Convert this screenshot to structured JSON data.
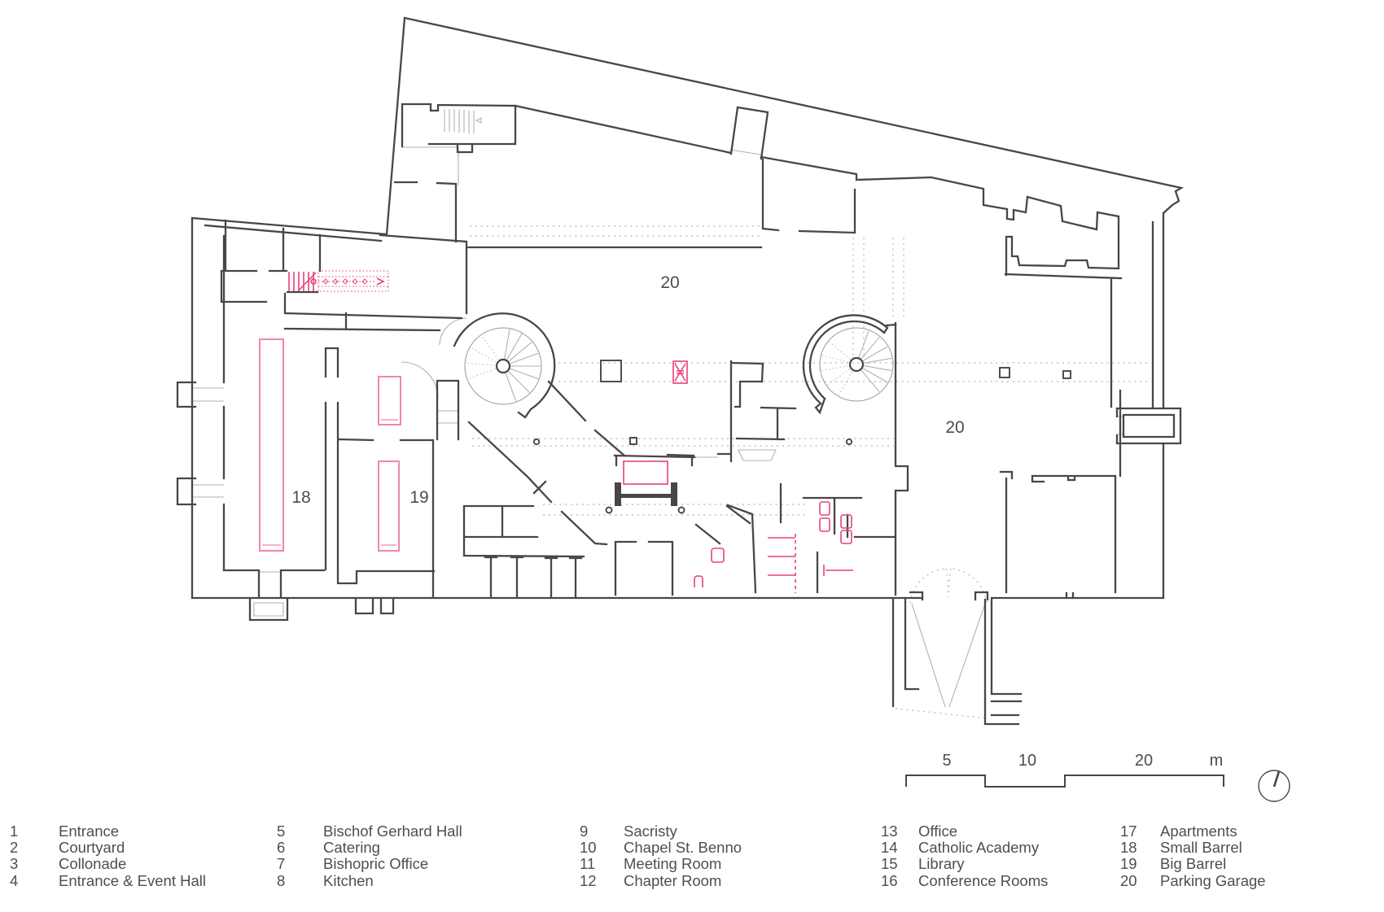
{
  "page": {
    "title": "Basement floor plan with legend",
    "background": "#ffffff"
  },
  "colors": {
    "wall": "#4b4448",
    "light_gray": "#b3b0b0",
    "dotted_gray": "#c5c3c3",
    "accent_pink": "#e8417e",
    "barrel_pink": "#f07fae",
    "text": "#514c52"
  },
  "icons": [
    {
      "name": "north-indicator-icon",
      "meaning": "orientation dial with needle"
    }
  ],
  "plan": {
    "labels": [
      {
        "text": "20"
      },
      {
        "text": "20"
      },
      {
        "text": "18"
      },
      {
        "text": "19"
      }
    ]
  },
  "scale_bar": {
    "ticks": [
      {
        "text": "5"
      },
      {
        "text": "10"
      },
      {
        "text": "20"
      }
    ],
    "unit": "m"
  },
  "legend": {
    "columns": [
      {
        "items": [
          {
            "num": "1",
            "label": "Entrance"
          },
          {
            "num": "2",
            "label": "Courtyard"
          },
          {
            "num": "3",
            "label": "Collonade"
          },
          {
            "num": "4",
            "label": "Entrance & Event Hall"
          }
        ]
      },
      {
        "items": [
          {
            "num": "5",
            "label": "Bischof Gerhard Hall"
          },
          {
            "num": "6",
            "label": "Catering"
          },
          {
            "num": "7",
            "label": "Bishopric Office"
          },
          {
            "num": "8",
            "label": "Kitchen"
          }
        ]
      },
      {
        "items": [
          {
            "num": "9",
            "label": "Sacristy"
          },
          {
            "num": "10",
            "label": "Chapel St. Benno"
          },
          {
            "num": "11",
            "label": "Meeting Room"
          },
          {
            "num": "12",
            "label": "Chapter Room"
          }
        ]
      },
      {
        "items": [
          {
            "num": "13",
            "label": "Office"
          },
          {
            "num": "14",
            "label": "Catholic Academy"
          },
          {
            "num": "15",
            "label": "Library"
          },
          {
            "num": "16",
            "label": "Conference Rooms"
          }
        ]
      },
      {
        "items": [
          {
            "num": "17",
            "label": "Apartments"
          },
          {
            "num": "18",
            "label": "Small Barrel"
          },
          {
            "num": "19",
            "label": "Big Barrel"
          },
          {
            "num": "20",
            "label": "Parking Garage"
          }
        ]
      }
    ]
  }
}
